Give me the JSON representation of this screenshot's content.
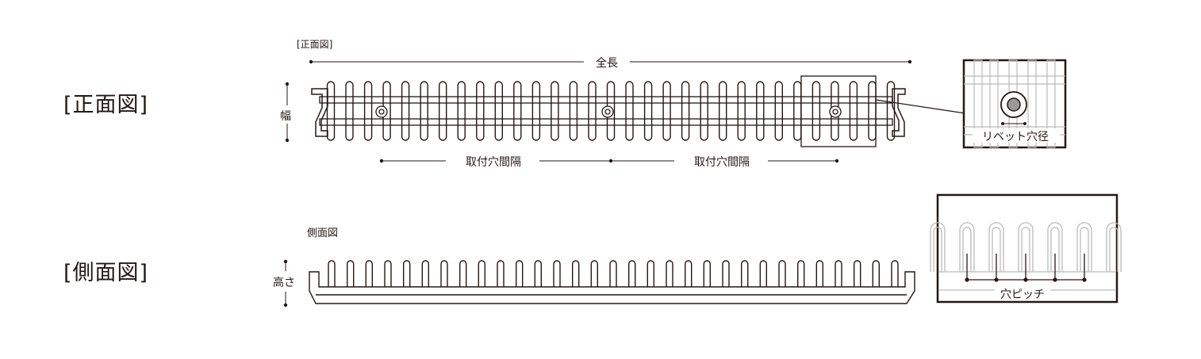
{
  "sections": {
    "front_label": "[正面図]",
    "side_label": "[側面図]"
  },
  "front_view": {
    "caption": "[正面図]",
    "total_length": "全長",
    "width": "幅",
    "mount_spacing_1": "取付穴間隔",
    "mount_spacing_2": "取付穴間隔",
    "detail_rivet": "リベット穴径"
  },
  "side_view": {
    "caption": "側面図",
    "height": "高さ",
    "detail_pitch": "穴ピッチ"
  },
  "colors": {
    "ink": "#231815",
    "detail_gray": "#bbbbbb"
  }
}
